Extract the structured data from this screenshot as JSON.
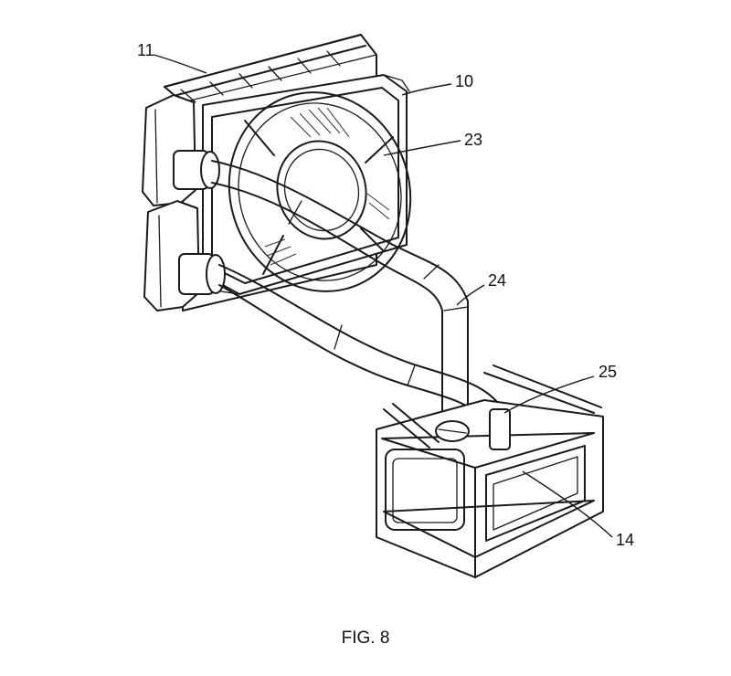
{
  "figure": {
    "caption": "FIG. 8",
    "labels": {
      "radiator": "11",
      "fan_housing": "10",
      "fan": "23",
      "tube": "24",
      "inlet": "25",
      "pump_block": "14"
    }
  }
}
